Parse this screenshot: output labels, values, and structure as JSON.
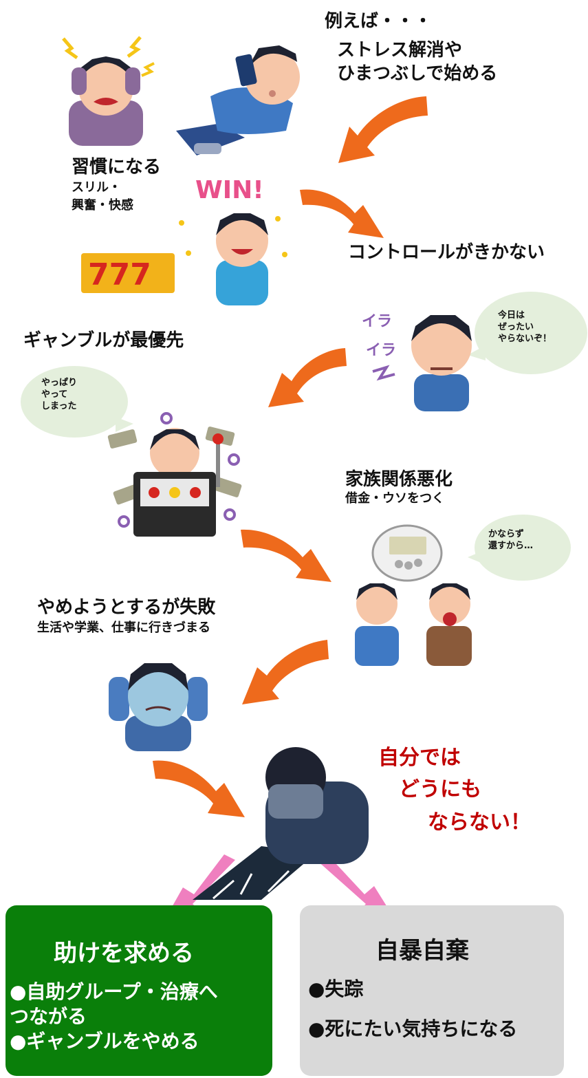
{
  "intro": {
    "label": "例えば・・・",
    "line1": "ストレス解消や",
    "line2": "ひまつぶしで始める"
  },
  "stage_habit": {
    "title": "習慣になる",
    "sub1": "スリル・",
    "sub2": "興奮・快感",
    "win_text": "WIN!",
    "slot_text": "777"
  },
  "stage_control": {
    "title": "コントロールがきかない",
    "irritated_text": "イラ\nイラ",
    "bubble": "今日は\nぜったい\nやらないぞ！"
  },
  "stage_priority": {
    "title": "ギャンブルが最優先",
    "bubble": "やっぱり\nやって\nしまった"
  },
  "stage_family": {
    "title": "家族関係悪化",
    "sub": "借金・ウソをつく",
    "bubble": "かならず\n還すから…"
  },
  "stage_fail": {
    "title": "やめようとするが失敗",
    "sub": "生活や学業、仕事に行きづまる"
  },
  "stage_despair": {
    "line1": "自分では",
    "line2": "どうにも",
    "line3": "ならない！"
  },
  "outcome_help": {
    "title": "助けを求める",
    "item1": "●自助グループ・治療へ\nつながる",
    "item2": "●ギャンブルをやめる"
  },
  "outcome_despair": {
    "title": "自暴自棄",
    "item1": "●失踪",
    "item2": "●死にたい気持ちになる"
  },
  "colors": {
    "arrow": "#ee6a1c",
    "pink_arrow": "#ef7fbf",
    "help_box": "#0a7f0a",
    "despair_box": "#d9d9d9",
    "bubble": "#e4efdc",
    "warning_red": "#c00000"
  }
}
